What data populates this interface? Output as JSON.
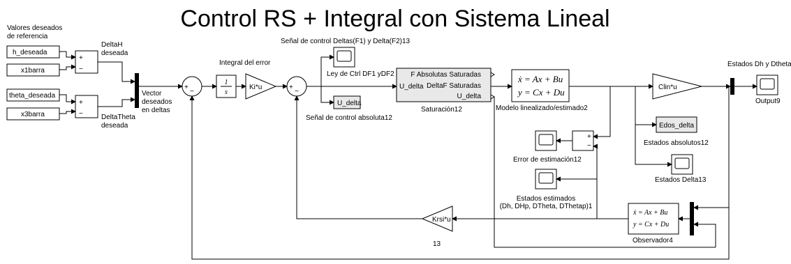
{
  "title": "Control RS + Integral con Sistema Lineal",
  "labels": {
    "ref_group": "Valores deseados",
    "ref_group2": "de referencia",
    "h_deseada": "h_deseada",
    "x1barra": "x1barra",
    "theta_deseada": "theta_deseada",
    "x3barra": "x3barra",
    "deltaH1": "DeltaH",
    "deltaH2": "deseada",
    "deltaTheta1": "DeltaTheta",
    "deltaTheta2": "deseada",
    "vector1": "Vector",
    "vector2": "deseados",
    "vector3": "en deltas",
    "integral_error": "Integral del error",
    "int_num": "1",
    "int_den": "s",
    "ki": "Ki*u",
    "senal_control": "Señal de control Deltas(F1) y Delta(F2)13",
    "ley_ctrl": "Ley de Ctrl DF1 yDF2",
    "u_delta": "U_delta",
    "senal_abs": "Señal de control absoluta12",
    "sat_in": "U_delta",
    "sat_out1": "F Absolutas Saturadas",
    "sat_out2": "DeltaF Saturadas",
    "sat_out3": "U_delta",
    "saturacion": "Saturación12",
    "ss_eq1": "ẋ = Ax + Bu",
    "ss_eq2": "y = Cx + Du",
    "modelo": "Modelo linealizado/estimado2",
    "clin": "Clin*u",
    "estados_dh": "Estados Dh y Dtheta",
    "output9": "Output9",
    "edos_delta": "Edos_delta",
    "estados_abs": "Estados absolutos12",
    "estados_delta13": "Estados Delta13",
    "error_est": "Error de estimación12",
    "estados_est1": "Estados estimados",
    "estados_est2": "(Dh, DHp, DTheta, DThetap)1",
    "krsi": "Krsi*u",
    "obs_eq1": "ẋ = Ax + Bu",
    "obs_eq2": "y = Cx + Du",
    "observador": "Observador4",
    "num13": "13",
    "plus": "+",
    "minus": "−"
  }
}
